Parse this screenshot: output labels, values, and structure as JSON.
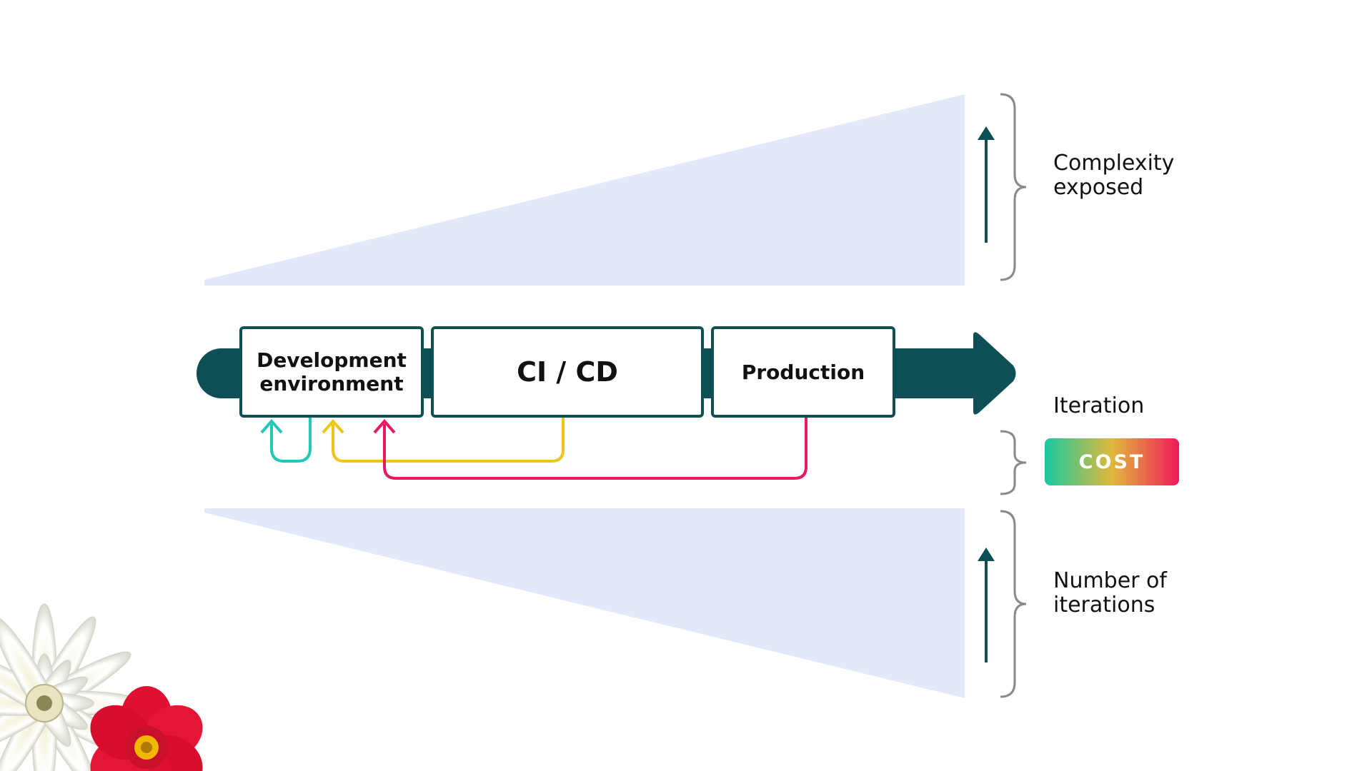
{
  "diagram": {
    "stages": [
      {
        "label": "Development\nenvironment"
      },
      {
        "label": "CI / CD"
      },
      {
        "label": "Production"
      }
    ],
    "labels": {
      "complexity": "Complexity\nexposed",
      "iteration": "Iteration",
      "cost": "COST",
      "iterations": "Number of\niterations"
    },
    "colors": {
      "pipeline": "#0d4f55",
      "wedge": "#e3e8fb",
      "dev_loop": "#22c7b8",
      "cicd_loop": "#f0c419",
      "prod_loop": "#ea1a5e",
      "brace": "#8a8a8a",
      "cost_gradient": [
        "#18c9a0",
        "#e0b83c",
        "#f0195a"
      ]
    },
    "decoration": [
      "white-chrysanthemum",
      "red-dahlia"
    ]
  }
}
